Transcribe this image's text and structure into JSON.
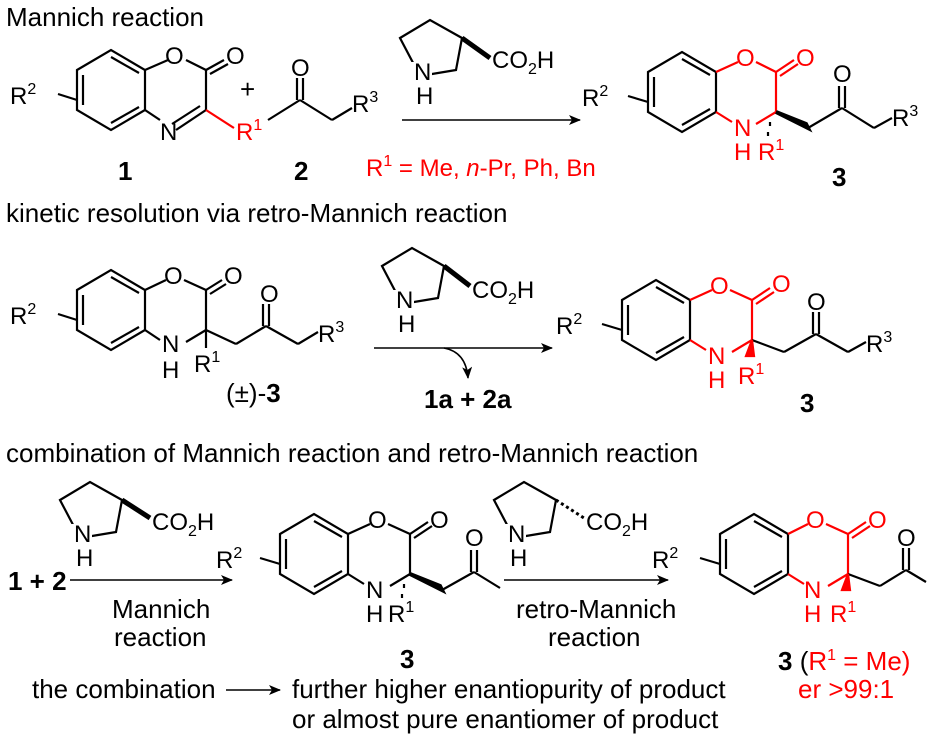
{
  "section1": {
    "title": "Mannich reaction",
    "plus": "+",
    "label_1": "1",
    "label_2": "2",
    "label_3": "3",
    "r1_list_prefix": "R",
    "r1_list_sup": "1",
    "r1_list_mid": " = Me, ",
    "r1_list_italic": "n",
    "r1_list_rest": "-Pr, Ph, Bn"
  },
  "section2": {
    "title": "kinetic resolution via retro-Mannich reaction",
    "racemic_label_prefix": "(±)-",
    "racemic_label_num": "3",
    "byproducts": "1a + 2a",
    "label_3": "3"
  },
  "section3": {
    "title": "combination of Mannich reaction and retro-Mannich reaction",
    "reactants": "1 + 2",
    "arrow1_line1": "Mannich",
    "arrow1_line2": "reaction",
    "arrow2_line1": "retro-Mannich",
    "arrow2_line2": "reaction",
    "label_3": "3",
    "product_label_num": "3",
    "product_label_open": " (",
    "product_label_r": "R",
    "product_label_sup": "1",
    "product_label_rest": " = Me)",
    "er_text": "er >99:1"
  },
  "summary": {
    "lhs": "the combination",
    "rhs_line1": "further higher enantiopurity of product",
    "rhs_line2": "or almost pure enantiomer of product"
  },
  "atoms": {
    "O": "O",
    "N": "N",
    "H": "H",
    "R": "R",
    "sup1": "1",
    "sup2": "2",
    "sup3": "3",
    "co2h_pre": "CO",
    "co2h_sub": "2",
    "co2h_post": "H"
  },
  "colors": {
    "highlight": "#ff0000",
    "ink": "#000000"
  }
}
